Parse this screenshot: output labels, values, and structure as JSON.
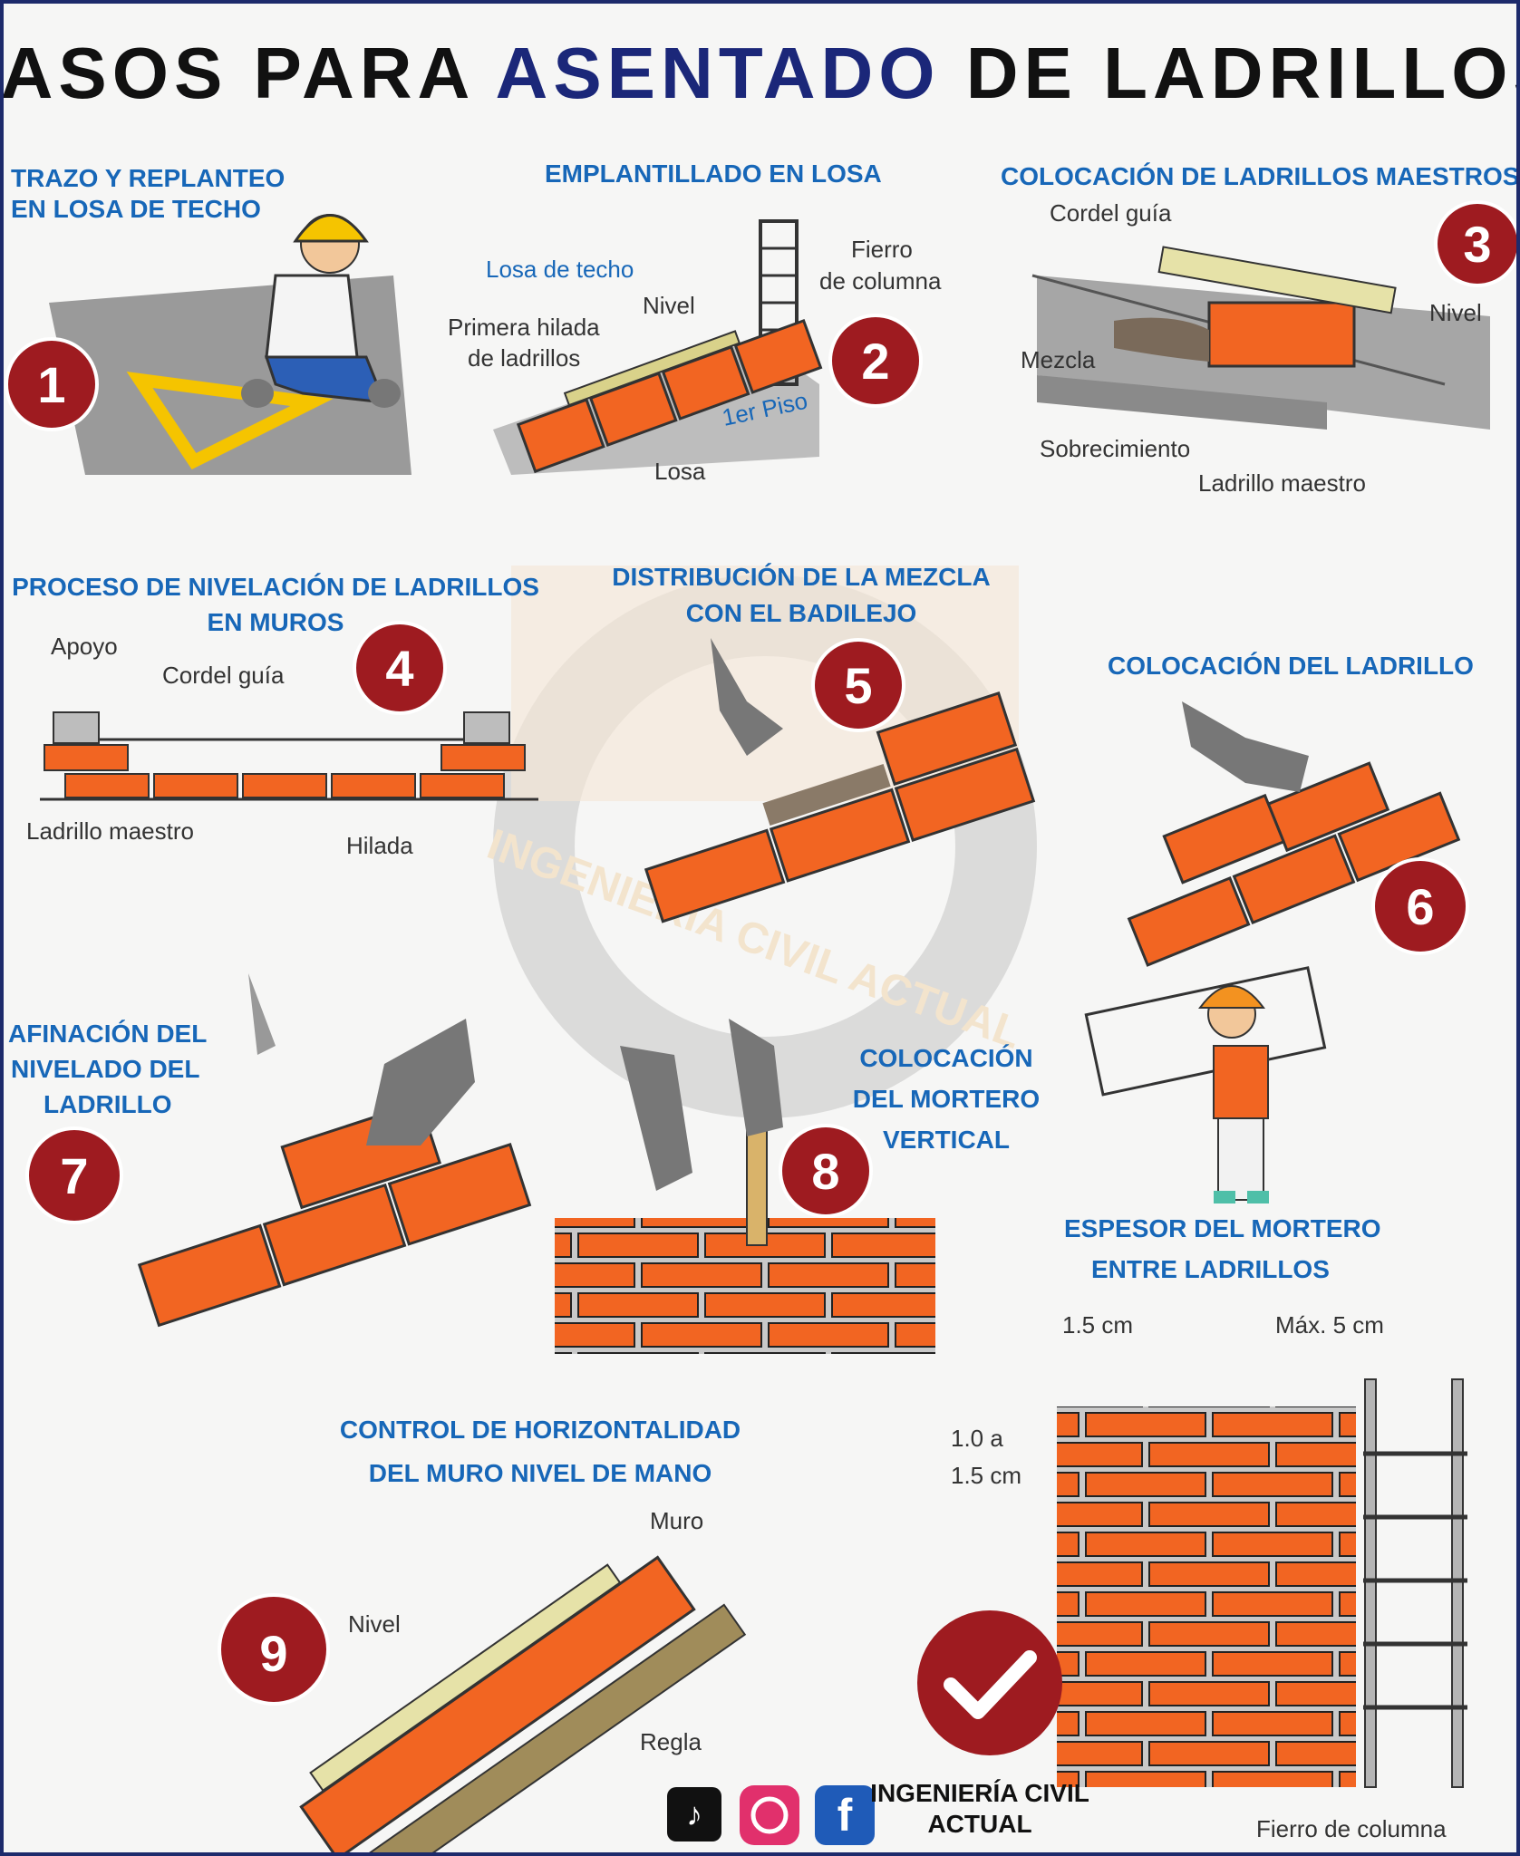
{
  "title": {
    "part1": "PASOS PARA ",
    "accent": "ASENTADO",
    "part2": " DE LADRILLOS"
  },
  "colors": {
    "brick": "#f26522",
    "navy": "#1b2779",
    "section": "#1767b8",
    "badge": "#9e1b20",
    "glove": "#777777"
  },
  "steps": [
    {
      "number": "1",
      "title_lines": [
        "TRAZO Y REPLANTEO",
        "EN LOSA DE TECHO"
      ]
    },
    {
      "number": "2",
      "title_lines": [
        "EMPLANTILLADO EN LOSA"
      ],
      "labels": {
        "losa_techo": "Losa de techo",
        "fierro_1": "Fierro",
        "fierro_2": "de columna",
        "nivel": "Nivel",
        "primera_1": "Primera hilada",
        "primera_2": "de ladrillos",
        "piso": "1er Piso",
        "losa": "Losa"
      }
    },
    {
      "number": "3",
      "title_lines": [
        "COLOCACIÓN DE LADRILLOS MAESTROS"
      ],
      "labels": {
        "cordel": "Cordel guía",
        "nivel": "Nivel",
        "mezcla": "Mezcla",
        "sobrecimiento": "Sobrecimiento",
        "maestro": "Ladrillo maestro"
      }
    },
    {
      "number": "4",
      "title_lines": [
        "PROCESO DE NIVELACIÓN DE LADRILLOS",
        "EN MUROS"
      ],
      "labels": {
        "apoyo": "Apoyo",
        "cordel": "Cordel guía",
        "maestro": "Ladrillo maestro",
        "hilada": "Hilada"
      }
    },
    {
      "number": "5",
      "title_lines": [
        "DISTRIBUCIÓN DE LA MEZCLA",
        "CON EL BADILEJO"
      ]
    },
    {
      "number": "6",
      "title_lines": [
        "COLOCACIÓN DEL LADRILLO"
      ]
    },
    {
      "number": "7",
      "title_lines": [
        "AFINACIÓN DEL",
        "NIVELADO DEL",
        "LADRILLO"
      ]
    },
    {
      "number": "8",
      "title_lines": [
        "COLOCACIÓN",
        "DEL MORTERO",
        "VERTICAL"
      ]
    },
    {
      "number": "9",
      "title_lines": [
        "CONTROL DE HORIZONTALIDAD",
        "DEL MURO NIVEL DE MANO"
      ],
      "labels": {
        "muro": "Muro",
        "nivel": "Nivel",
        "regla": "Regla"
      }
    }
  ],
  "thickness": {
    "title_lines": [
      "ESPESOR DEL MORTERO",
      "ENTRE LADRILLOS"
    ],
    "labels": {
      "h15": "1.5 cm",
      "max5": "Máx. 5 cm",
      "v1": "1.0 a",
      "v2": "1.5 cm",
      "fierro": "Fierro de columna"
    }
  },
  "watermark": "INGENIERÍA CIVIL ACTUAL",
  "footer": {
    "brand_1": "INGENIERÍA CIVIL",
    "brand_2": "ACTUAL"
  },
  "icons": [
    "tiktok-icon",
    "instagram-icon",
    "facebook-icon",
    "check-icon",
    "hardhat-icon"
  ]
}
